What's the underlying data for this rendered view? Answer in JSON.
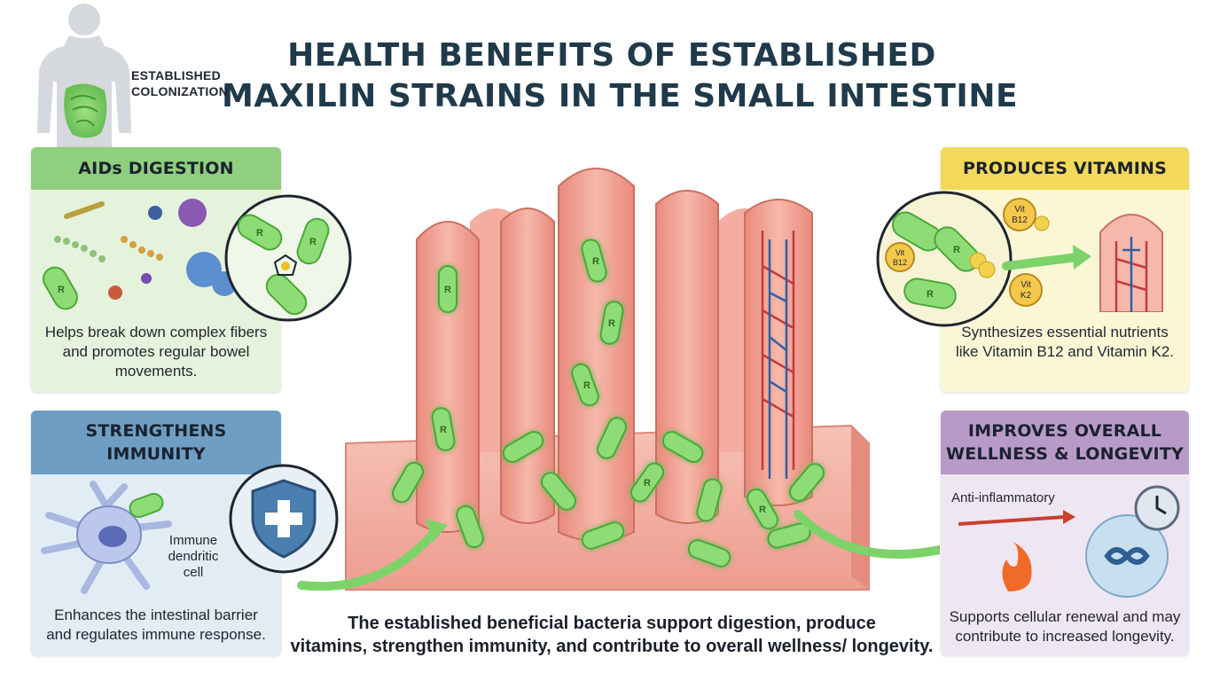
{
  "title": {
    "line1": "HEALTH BENEFITS OF ESTABLISHED",
    "line2": "MAXILIN STRAINS IN THE SMALL INTESTINE"
  },
  "colonization_label": {
    "line1": "ESTABLISHED",
    "line2": "COLONIZATION"
  },
  "panels": {
    "digestion": {
      "title": "AIDs DIGESTION",
      "description": "Helps break down complex fibers and promotes regular bowel movements."
    },
    "immunity": {
      "title_line1": "STRENGTHENS",
      "title_line2": "IMMUNITY",
      "cell_label": [
        "Immune",
        "dendritic",
        "cell"
      ],
      "description": "Enhances the intestinal barrier and regulates immune response."
    },
    "vitamins": {
      "title": "PRODUCES VITAMINS",
      "description": "Synthesizes essential nutrients like Vitamin B12 and Vitamin K2."
    },
    "wellness": {
      "title_line1": "IMPROVES OVERALL",
      "title_line2": "WELLNESS & LONGEVITY",
      "anti_label": "Anti-inflammatory",
      "description": "Supports cellular renewal and may contribute to increased longevity."
    }
  },
  "vitamin_tags": {
    "b12_top": [
      "Vit",
      "B12"
    ],
    "b12_left": [
      "Vit",
      "B12"
    ],
    "k2": [
      "Vit",
      "K2"
    ]
  },
  "bacteria_letter": "R",
  "caption": {
    "line1": "The established beneficial bacteria support digestion, produce",
    "line2": "vitamins, strengthen immunity, and contribute to overall wellness/ longevity."
  },
  "colors": {
    "title": "#1f3a4a",
    "digestion_header": "#8fcf7d",
    "immunity_header": "#6e9ec3",
    "vitamins_header": "#f2d95a",
    "wellness_header": "#b89ac8",
    "bacteria": "#7fcf6a",
    "tissue": "#f2b3a7"
  }
}
